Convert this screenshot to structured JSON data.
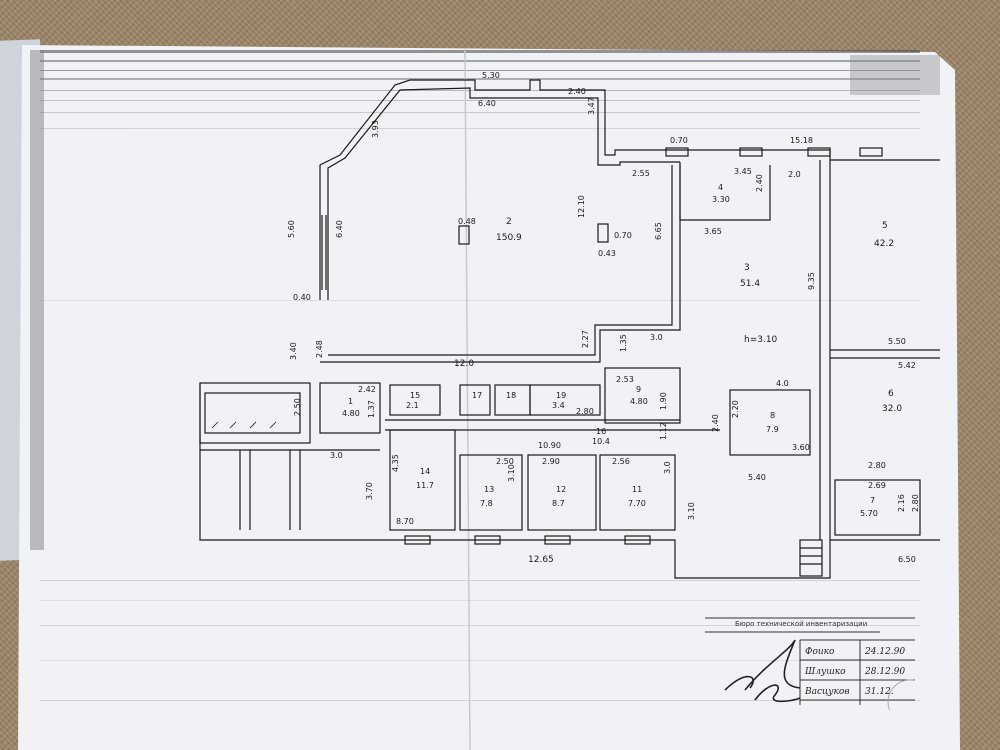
{
  "colors": {
    "paper": "#f1f2f6",
    "ink": "#1a1a1a",
    "carpet": "#9c8567"
  },
  "rooms": [
    {
      "num": "1",
      "area": "4.80"
    },
    {
      "num": "2",
      "area": "150.9"
    },
    {
      "num": "3",
      "area": "51.4"
    },
    {
      "num": "4",
      "area": "3.30"
    },
    {
      "num": "5",
      "area": "42.2"
    },
    {
      "num": "6",
      "area": "32.0"
    },
    {
      "num": "7",
      "area": "5.70"
    },
    {
      "num": "8",
      "area": "7.9"
    },
    {
      "num": "9",
      "area": "4.80"
    },
    {
      "num": "11",
      "area": "7.70"
    },
    {
      "num": "12",
      "area": "8.7"
    },
    {
      "num": "13",
      "area": "7.8"
    },
    {
      "num": "14",
      "area": "11.7"
    },
    {
      "num": "15",
      "area": "2.1"
    },
    {
      "num": "16",
      "area": "10.4"
    },
    {
      "num": "17",
      "area": ""
    },
    {
      "num": "18",
      "area": ""
    },
    {
      "num": "19",
      "area": "3.4"
    }
  ],
  "dimensions": {
    "d1": "5.30",
    "d2": "3.93",
    "d3": "6.40",
    "d4": "2.40",
    "d5": "3.47",
    "d6": "2.55",
    "d7": "0.70",
    "d8": "15.18",
    "d9": "3.45",
    "d10": "2.40",
    "d11": "2.0",
    "d12": "3.65",
    "d13": "12.10",
    "d14": "6.65",
    "d15": "9.35",
    "d16": "5.60",
    "d17": "6.40",
    "d18": "0.40",
    "d19": "3.40",
    "d20": "2.48",
    "d21": "12.0",
    "d22": "2.27",
    "d23": "3.0",
    "d24": "1.35",
    "d25": "h=3.10",
    "d26": "5.50",
    "d27": "5.42",
    "d28": "2.42",
    "d29": "1.37",
    "d30": "2.50",
    "d31": "3.0",
    "d32": "4.35",
    "d33": "3.70",
    "d34": "8.70",
    "d35": "10.90",
    "d36": "2.50",
    "d37": "2.90",
    "d38": "2.56",
    "d39": "3.10",
    "d40": "3.0",
    "d41": "1.12",
    "d42": "2.53",
    "d43": "1.90",
    "d44": "4.0",
    "d45": "2.20",
    "d46": "2.40",
    "d47": "3.60",
    "d48": "5.40",
    "d49": "2.80",
    "d50": "2.69",
    "d51": "6.50",
    "d52": "12.65",
    "d53": "2.80",
    "d54": "3.10",
    "d55": "2.16",
    "d56": "0.70",
    "d57": "0.43",
    "d58": "0.48",
    "d59": "2.80"
  },
  "stamp": {
    "title": "Бюро технической инвентаризации",
    "row1_name": "Фоико",
    "row1_date": "24.12.90",
    "row2_name": "Шлушко",
    "row2_date": "28.12.90",
    "row3_name": "Васцуков",
    "row3_date": "31.12."
  }
}
